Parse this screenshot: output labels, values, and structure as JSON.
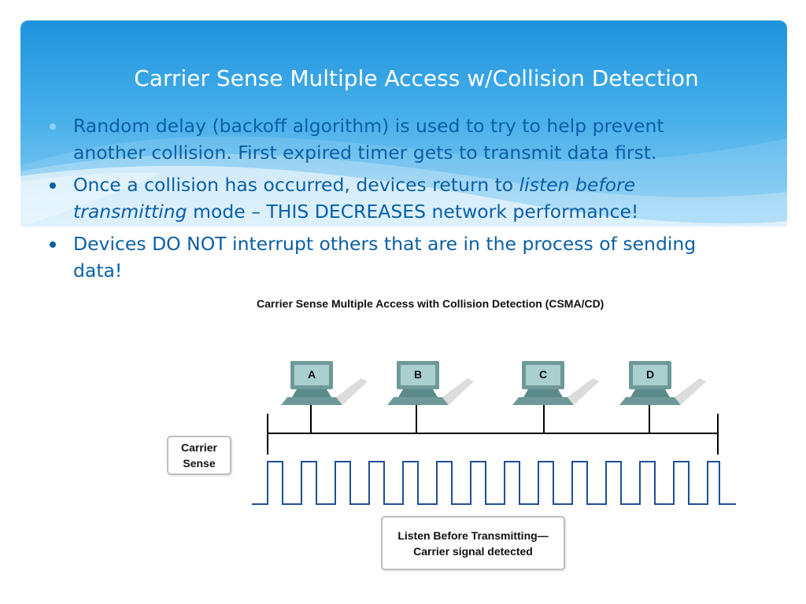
{
  "slide": {
    "title": "Carrier Sense Multiple Access w/Collision Detection",
    "bullets": [
      {
        "text": "Random delay (backoff algorithm) is used to try to help prevent another collision. First expired timer gets to transmit data first."
      },
      {
        "prefix": "Once a collision has occurred, devices return to ",
        "emphasis": "listen before transmitting",
        "suffix": " mode – THIS DECREASES network performance!"
      },
      {
        "text": "Devices DO NOT interrupt others that are in the process of sending data!"
      }
    ]
  },
  "figure": {
    "title": "Carrier Sense Multiple Access with Collision Detection (CSMA/CD)",
    "computers": [
      "A",
      "B",
      "C",
      "D"
    ],
    "carrier_sense_label": "Carrier Sense",
    "callout_label": "Listen Before Transmitting—Carrier signal detected",
    "colors": {
      "signal": "#1f4e96",
      "bus": "#000000",
      "monitor": "#6f9999",
      "screen": "#a9cfcf"
    }
  }
}
